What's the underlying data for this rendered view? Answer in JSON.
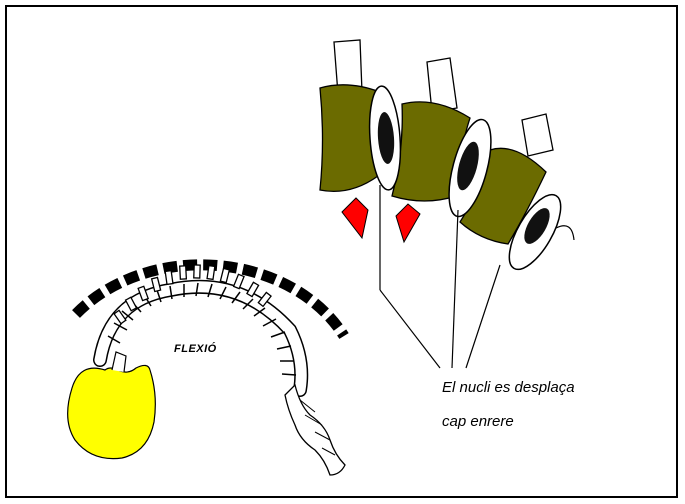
{
  "labels": {
    "flexio": "FLEXIÓ",
    "caption_line1": "El nucli es desplaça",
    "caption_line2": "cap enrere"
  },
  "colors": {
    "vertebra_body": "#6b6b00",
    "annulus_fill": "#ffffff",
    "nucleus": "#111111",
    "herniation": "#ff0000",
    "sacrum_head": "#ffff00",
    "outline": "#000000"
  },
  "icons": {
    "arc_segments": "dashed-arc",
    "spine": "spine-in-flexion",
    "disc": "intervertebral-disc"
  }
}
